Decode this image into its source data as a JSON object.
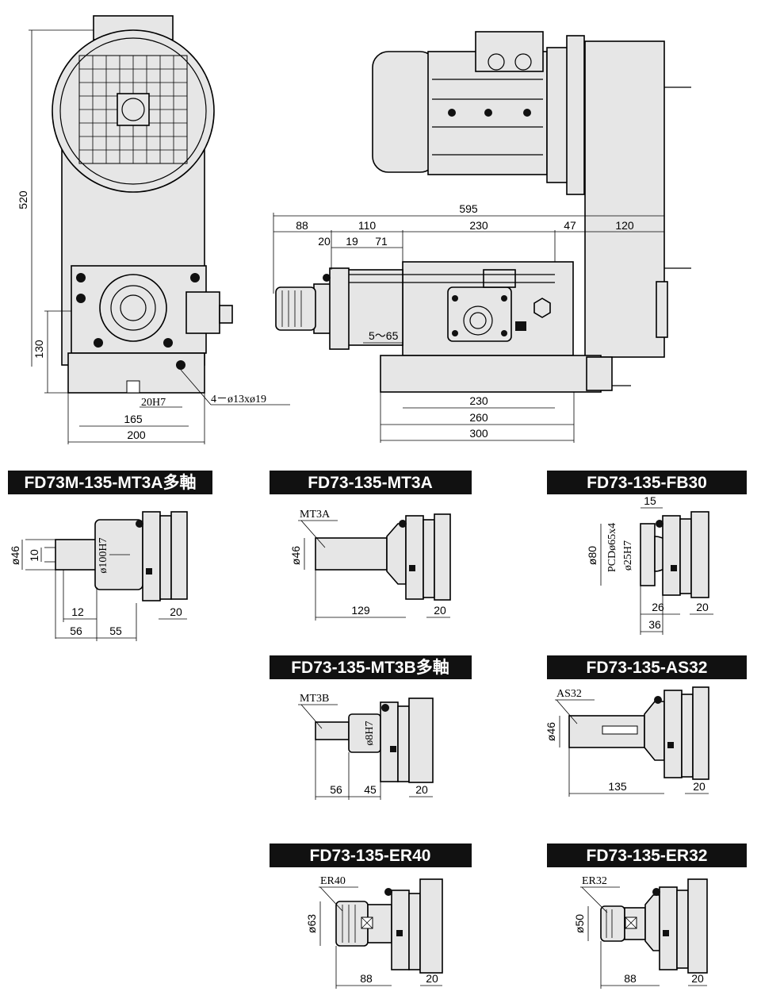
{
  "main_views": {
    "front_view": {
      "height_total": "520",
      "height_base": "130",
      "key": "20H7",
      "hole_note": "4－ø13xø19",
      "width_inner": "165",
      "width_outer": "200"
    },
    "side_view": {
      "overall": "595",
      "segments_top": [
        "88",
        "110",
        "230",
        "47",
        "120"
      ],
      "segments_sub": [
        "20",
        "19",
        "71"
      ],
      "stroke": "5～65",
      "base": [
        "230",
        "260",
        "300"
      ]
    }
  },
  "variants": [
    {
      "title": "FD73M-135-MT3A多軸",
      "dims": {
        "d1": "ø46",
        "d2": "10",
        "d3": "ø100H7",
        "l1": "12",
        "l2": "56",
        "l3": "55",
        "l4": "20"
      }
    },
    {
      "title": "FD73-135-MT3A",
      "dims": {
        "label": "MT3A",
        "d1": "ø46",
        "l1": "129",
        "l2": "20"
      }
    },
    {
      "title": "FD73-135-FB30",
      "dims": {
        "top": "15",
        "d1": "ø80",
        "d2": "PCDø65x4",
        "d3": "ø25H7",
        "l1": "26",
        "l2": "20",
        "l3": "36"
      }
    },
    {
      "title": "FD73-135-MT3B多軸",
      "dims": {
        "label": "MT3B",
        "d1": "ø8H7",
        "l1": "56",
        "l2": "45",
        "l3": "20"
      }
    },
    {
      "title": "FD73-135-AS32",
      "dims": {
        "label": "AS32",
        "d1": "ø46",
        "l1": "135",
        "l2": "20"
      }
    },
    {
      "title": "FD73-135-ER40",
      "dims": {
        "label": "ER40",
        "d1": "ø63",
        "l1": "88",
        "l2": "20"
      }
    },
    {
      "title": "FD73-135-ER32",
      "dims": {
        "label": "ER32",
        "d1": "ø50",
        "l1": "88",
        "l2": "20"
      }
    }
  ]
}
